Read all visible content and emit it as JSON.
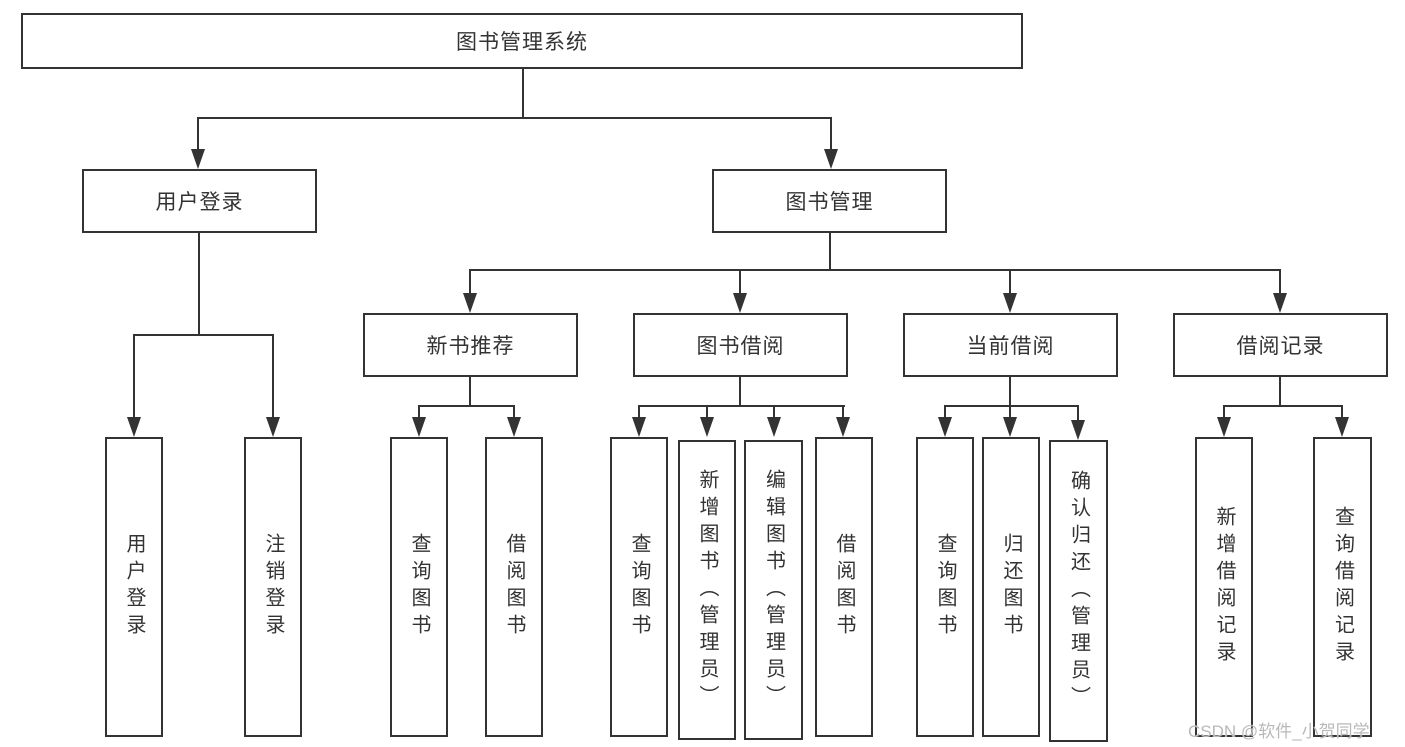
{
  "diagram": {
    "root": {
      "label": "图书管理系统"
    },
    "level2": [
      {
        "id": "user-login",
        "label": "用户登录"
      },
      {
        "id": "book-management",
        "label": "图书管理"
      }
    ],
    "level3": [
      {
        "id": "new-book-recommend",
        "label": "新书推荐"
      },
      {
        "id": "book-borrow",
        "label": "图书借阅"
      },
      {
        "id": "current-borrow",
        "label": "当前借阅"
      },
      {
        "id": "borrow-records",
        "label": "借阅记录"
      }
    ],
    "leaves": [
      {
        "id": "user-login-leaf",
        "label": "用户登录"
      },
      {
        "id": "logout",
        "label": "注销登录"
      },
      {
        "id": "nb-query-books",
        "label": "查询图书"
      },
      {
        "id": "nb-borrow-books",
        "label": "借阅图书"
      },
      {
        "id": "bb-query-books",
        "label": "查询图书"
      },
      {
        "id": "bb-add-books",
        "label": "新增图书（管理员）"
      },
      {
        "id": "bb-edit-books",
        "label": "编辑图书（管理员）"
      },
      {
        "id": "bb-borrow-books",
        "label": "借阅图书"
      },
      {
        "id": "cb-query-books",
        "label": "查询图书"
      },
      {
        "id": "cb-return-books",
        "label": "归还图书"
      },
      {
        "id": "cb-confirm-return",
        "label": "确认归还（管理员）"
      },
      {
        "id": "br-add-record",
        "label": "新增借阅记录"
      },
      {
        "id": "br-query-record",
        "label": "查询借阅记录"
      }
    ]
  },
  "watermark": "CSDN @软件_小贺同学",
  "colors": {
    "line": "#333333",
    "text": "#333333",
    "watermark": "#b9b9b9",
    "background": "#ffffff"
  }
}
